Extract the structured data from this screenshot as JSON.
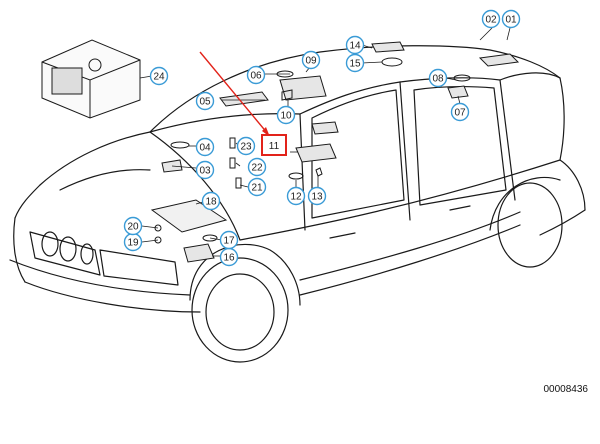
{
  "diagram": {
    "reference_number": "00008436",
    "colors": {
      "line": "#1a1a1a",
      "callout_ring": "#3a9bd6",
      "highlight": "#e2231a",
      "background": "#ffffff"
    },
    "highlighted_part": "11",
    "callouts": [
      "01",
      "02",
      "03",
      "04",
      "05",
      "06",
      "07",
      "08",
      "09",
      "10",
      "11",
      "12",
      "13",
      "14",
      "15",
      "16",
      "17",
      "18",
      "19",
      "20",
      "21",
      "22",
      "23",
      "24"
    ]
  }
}
